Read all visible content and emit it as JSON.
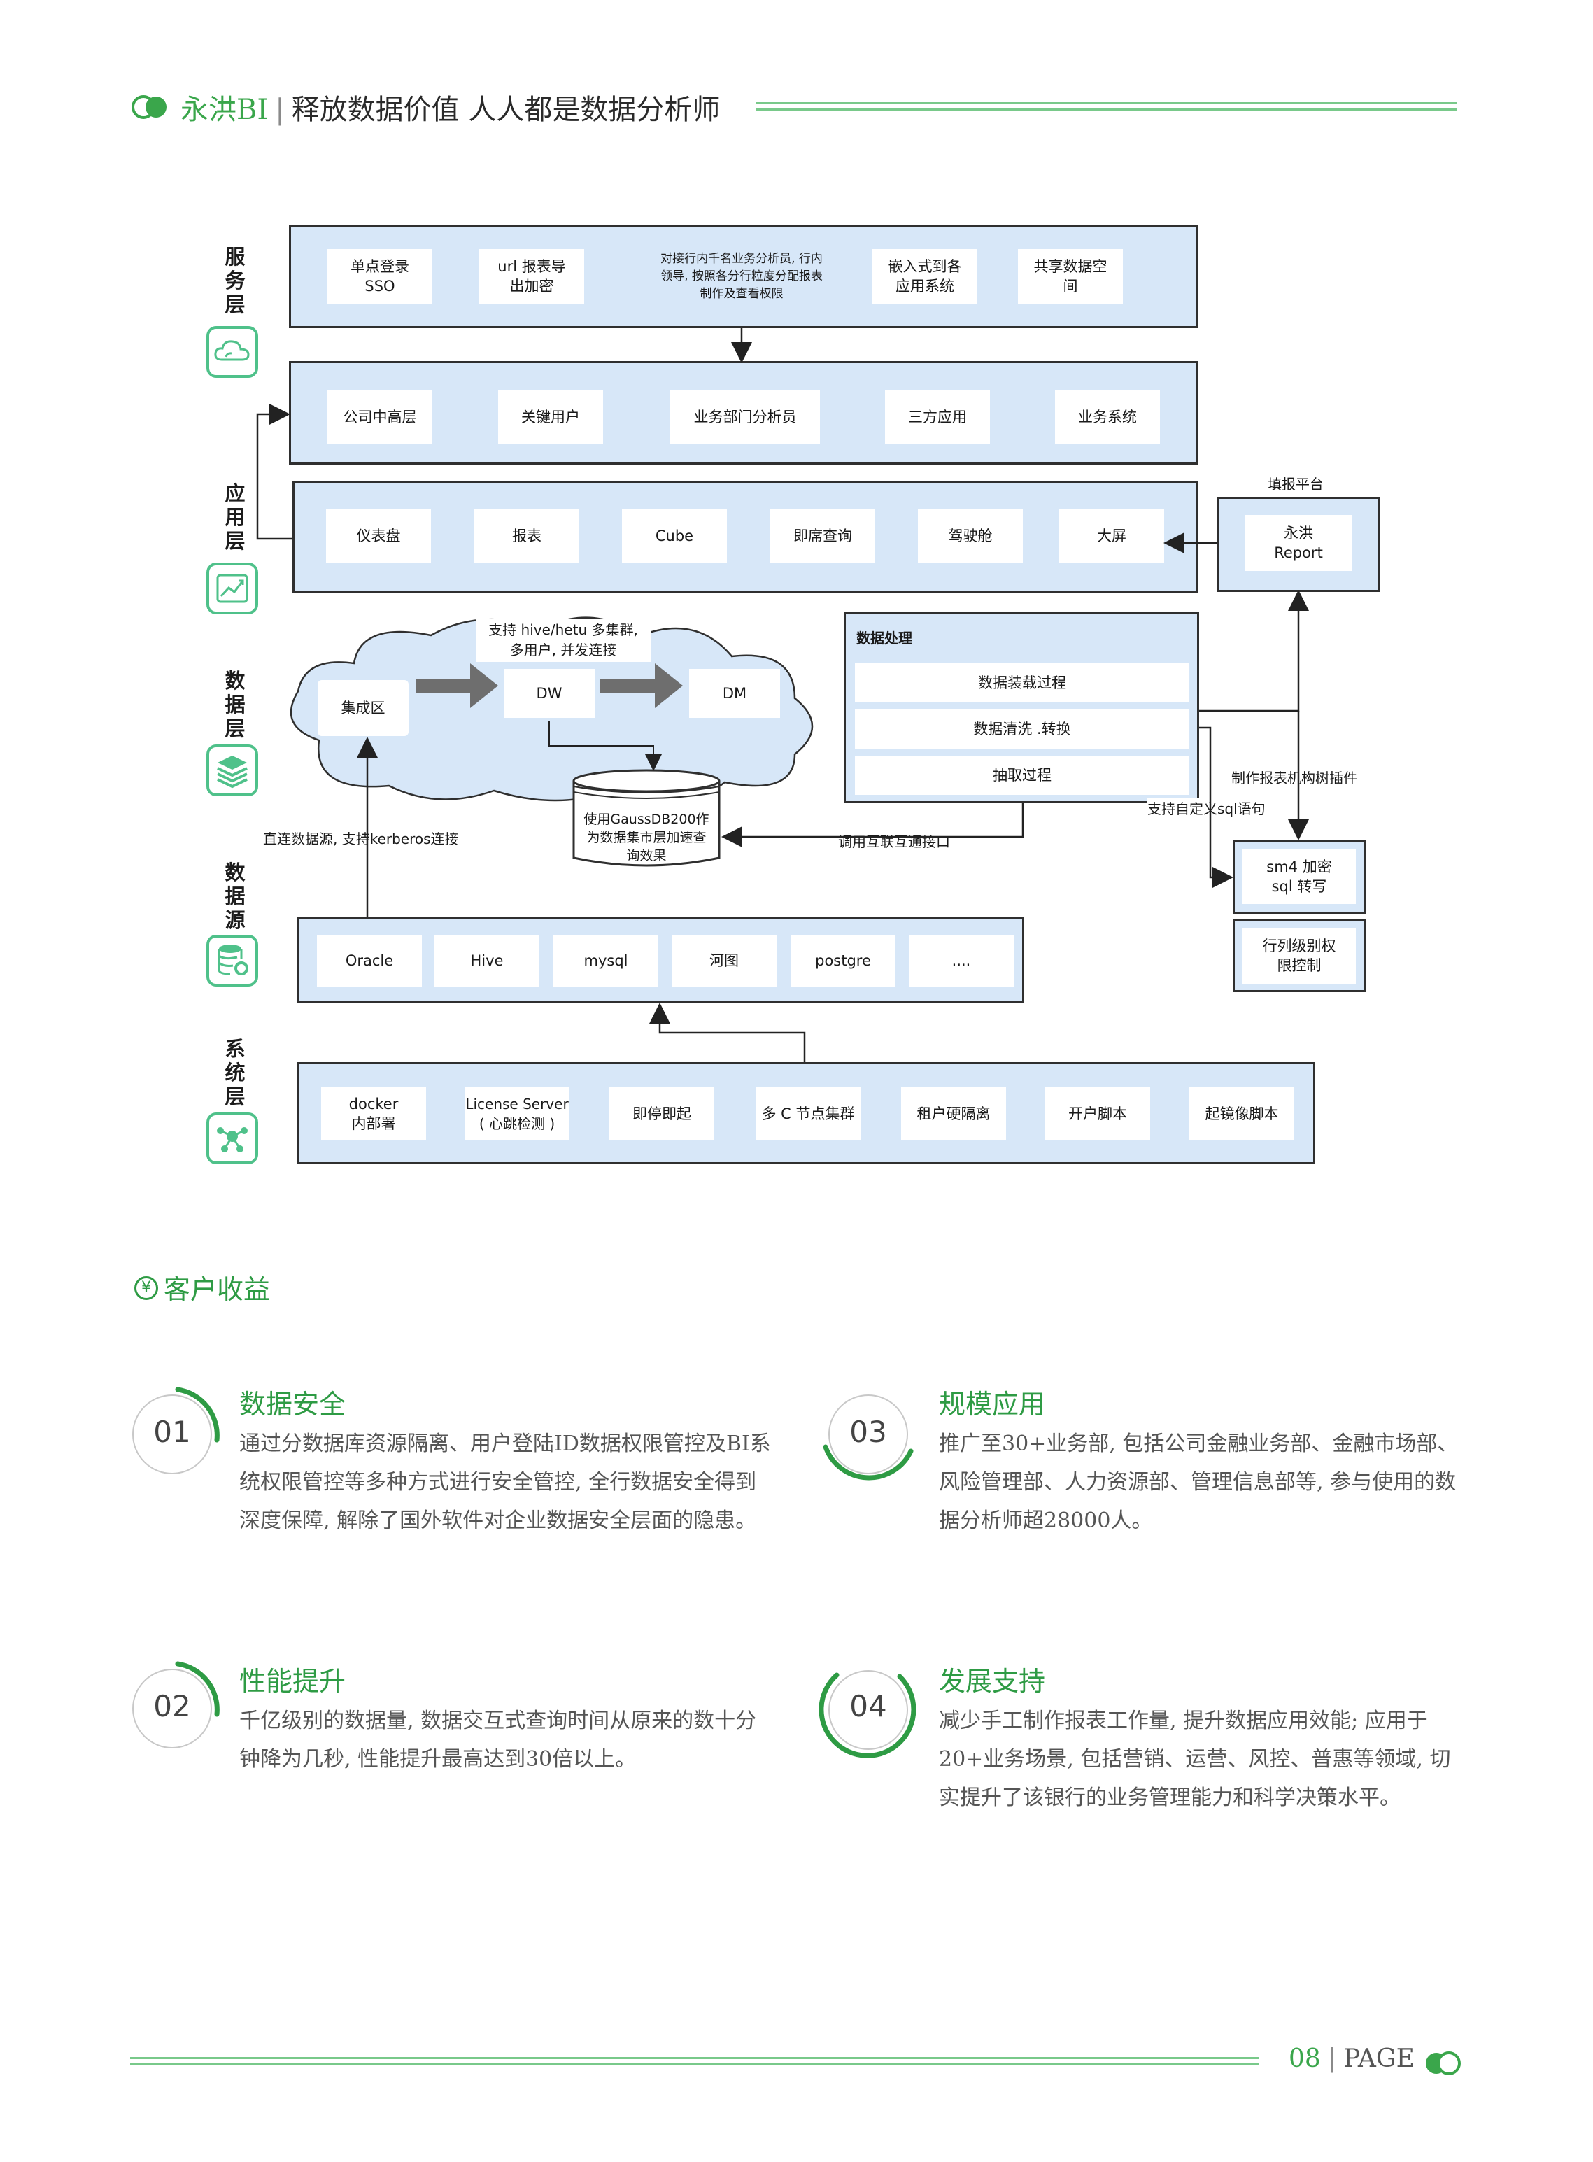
{
  "header": {
    "brand": "永洪BI",
    "separator": "|",
    "slogan": "释放数据价值  人人都是数据分析师"
  },
  "layers": {
    "service": "服\n务\n层",
    "application": "应\n用\n层",
    "data": "数\n据\n层",
    "source": "数\n据\n源",
    "system": "系\n统\n层"
  },
  "service_items": [
    "单点登录\nSSO",
    "url 报表导\n出加密",
    "对接行内千名业务分析员, 行内\n领导, 按照各分行粒度分配报表\n制作及查看权限",
    "嵌入式到各\n应用系统",
    "共享数据空\n间"
  ],
  "user_items": [
    "公司中高层",
    "关键用户",
    "业务部门分析员",
    "三方应用",
    "业务系统"
  ],
  "app_items": [
    "仪表盘",
    "报表",
    "Cube",
    "即席查询",
    "驾驶舱",
    "大屏"
  ],
  "fill_platform": {
    "label": "填报平台",
    "box": "永洪\nReport"
  },
  "data_layer": {
    "cloud_note": "支持 hive/hetu 多集群,\n多用户, 并发连接",
    "integration": "集成区",
    "dw": "DW",
    "dm": "DM",
    "db_note": "使用GaussDB200作\n为数据集市层加速查\n询效果"
  },
  "processing": {
    "title": "数据处理",
    "items": [
      "数据装载过程",
      "数据清洗 .转换",
      "抽取过程"
    ]
  },
  "notes": {
    "direct": "直连数据源, 支持kerberos连接",
    "interconnect": "调用互联互通接口",
    "plugin": "制作报表机构树插件",
    "custom_sql": "支持自定义sql语句"
  },
  "security": {
    "sm4": "sm4 加密\nsql 转写",
    "row_col": "行列级别权\n限控制"
  },
  "source_items": [
    "Oracle",
    "Hive",
    "mysql",
    "河图",
    "postgre",
    "...."
  ],
  "system_items": [
    "docker\n内部署",
    "License Server\n( 心跳检测 )",
    "即停即起",
    "多 C 节点集群",
    "租户硬隔离",
    "开户脚本",
    "起镜像脚本"
  ],
  "benefits_title": "客户收益",
  "benefits_icon": "¥",
  "benefits": [
    {
      "num": "01",
      "title": "数据安全",
      "body": "通过分数据库资源隔离、用户登陆ID数据权限管控及BI系统权限管控等多种方式进行安全管控, 全行数据安全得到深度保障, 解除了国外软件对企业数据安全层面的隐患。"
    },
    {
      "num": "02",
      "title": "性能提升",
      "body": "千亿级别的数据量, 数据交互式查询时间从原来的数十分钟降为几秒, 性能提升最高达到30倍以上。"
    },
    {
      "num": "03",
      "title": "规模应用",
      "body": "推广至30+业务部, 包括公司金融业务部、金融市场部、风险管理部、人力资源部、管理信息部等, 参与使用的数据分析师超28000人。"
    },
    {
      "num": "04",
      "title": "发展支持",
      "body": "减少手工制作报表工作量, 提升数据应用效能; 应用于20+业务场景, 包括营销、运营、风控、普惠等领域, 切实提升了该银行的业务管理能力和科学决策水平。"
    }
  ],
  "footer": {
    "page": "08",
    "sep": "|",
    "label": "PAGE"
  },
  "colors": {
    "accent": "#3aa64b",
    "band": "#d7e7f8",
    "icon": "#4fc18a"
  }
}
